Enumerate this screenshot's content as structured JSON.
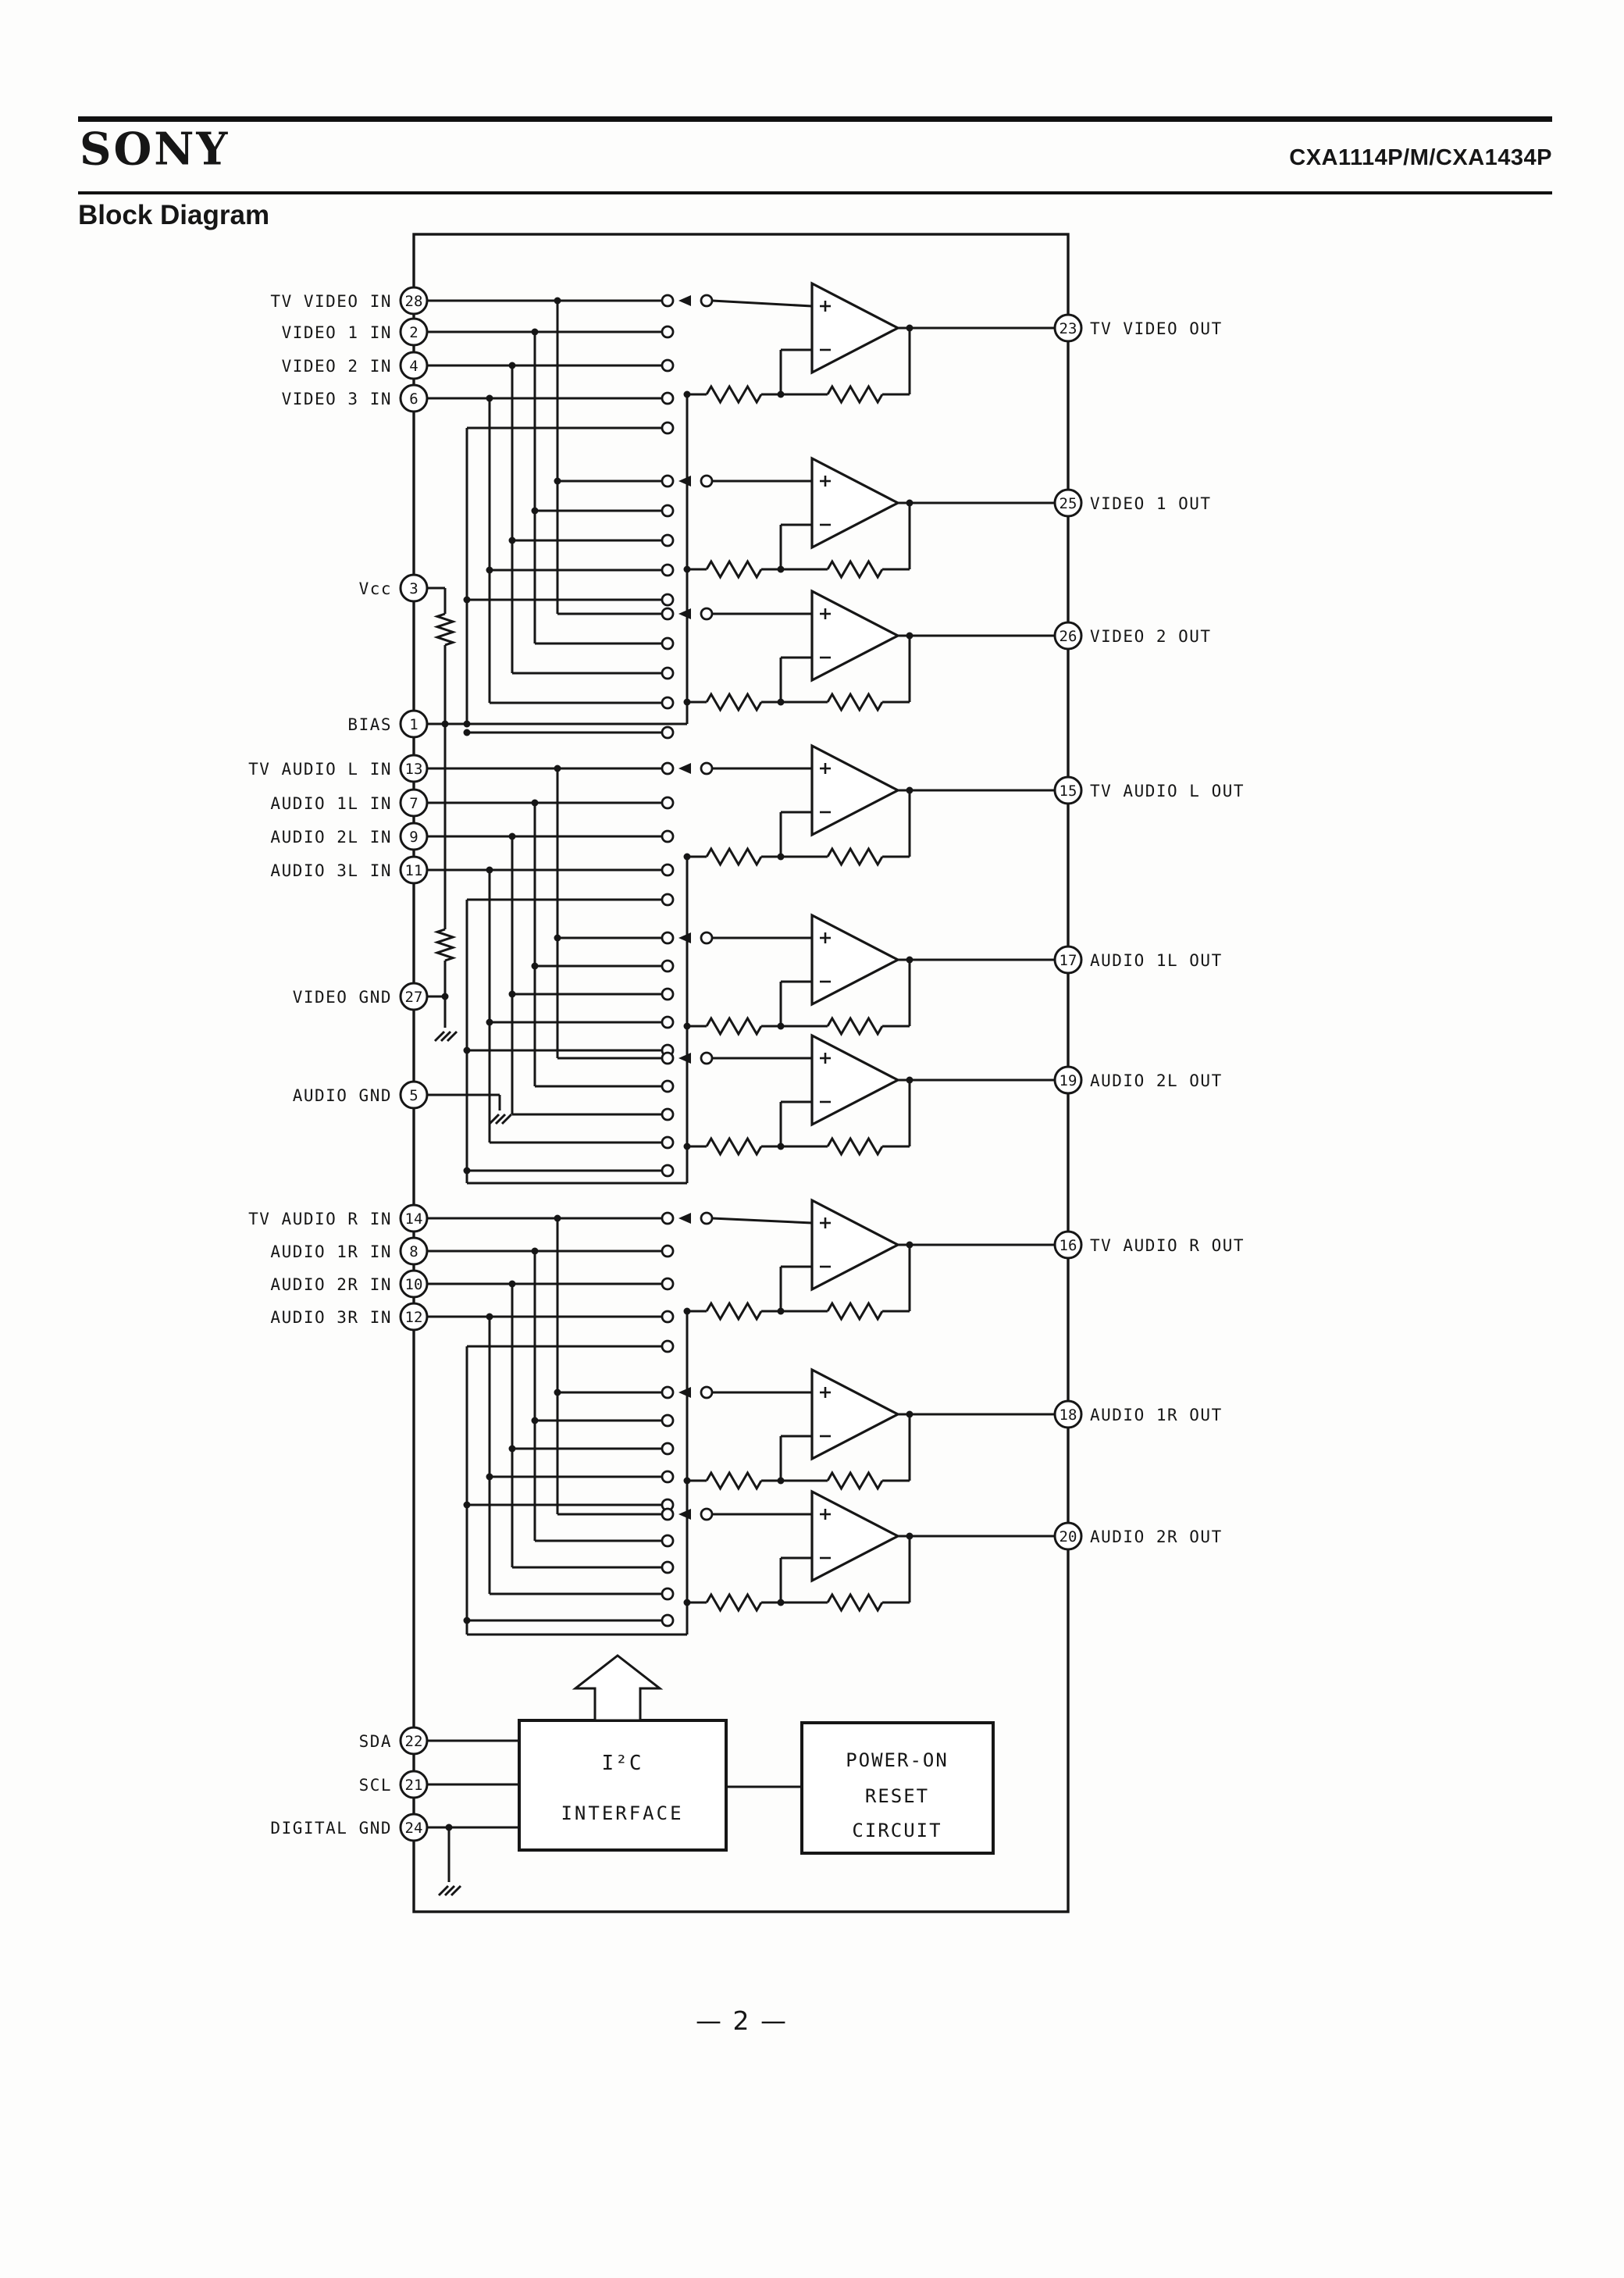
{
  "header": {
    "brand": "SONY",
    "part_number": "CXA1114P/M/CXA1434P",
    "page_title": "Block Diagram"
  },
  "footer": {
    "page_number": "— 2 —"
  },
  "diagram": {
    "left_pins": [
      {
        "number": "28",
        "label": "TV VIDEO IN"
      },
      {
        "number": "2",
        "label": "VIDEO 1 IN"
      },
      {
        "number": "4",
        "label": "VIDEO 2 IN"
      },
      {
        "number": "6",
        "label": "VIDEO 3 IN"
      },
      {
        "number": "3",
        "label": "Vcc"
      },
      {
        "number": "1",
        "label": "BIAS"
      },
      {
        "number": "13",
        "label": "TV AUDIO L IN"
      },
      {
        "number": "7",
        "label": "AUDIO 1L IN"
      },
      {
        "number": "9",
        "label": "AUDIO 2L IN"
      },
      {
        "number": "11",
        "label": "AUDIO 3L IN"
      },
      {
        "number": "27",
        "label": "VIDEO GND"
      },
      {
        "number": "5",
        "label": "AUDIO GND"
      },
      {
        "number": "14",
        "label": "TV AUDIO R IN"
      },
      {
        "number": "8",
        "label": "AUDIO 1R IN"
      },
      {
        "number": "10",
        "label": "AUDIO 2R IN"
      },
      {
        "number": "12",
        "label": "AUDIO 3R IN"
      },
      {
        "number": "22",
        "label": "SDA"
      },
      {
        "number": "21",
        "label": "SCL"
      },
      {
        "number": "24",
        "label": "DIGITAL GND"
      }
    ],
    "right_pins": [
      {
        "number": "23",
        "label": "TV VIDEO OUT"
      },
      {
        "number": "25",
        "label": "VIDEO 1 OUT"
      },
      {
        "number": "26",
        "label": "VIDEO 2 OUT"
      },
      {
        "number": "15",
        "label": "TV AUDIO L OUT"
      },
      {
        "number": "17",
        "label": "AUDIO 1L OUT"
      },
      {
        "number": "19",
        "label": "AUDIO 2L OUT"
      },
      {
        "number": "16",
        "label": "TV AUDIO R OUT"
      },
      {
        "number": "18",
        "label": "AUDIO 1R OUT"
      },
      {
        "number": "20",
        "label": "AUDIO 2R OUT"
      }
    ],
    "blocks": {
      "i2c": {
        "line1": "I²C",
        "line2": "INTERFACE"
      },
      "por": {
        "line1": "POWER-ON",
        "line2": "RESET",
        "line3": "CIRCUIT"
      }
    },
    "colors": {
      "ink": "#161616",
      "paper": "#fdfdfc"
    }
  }
}
